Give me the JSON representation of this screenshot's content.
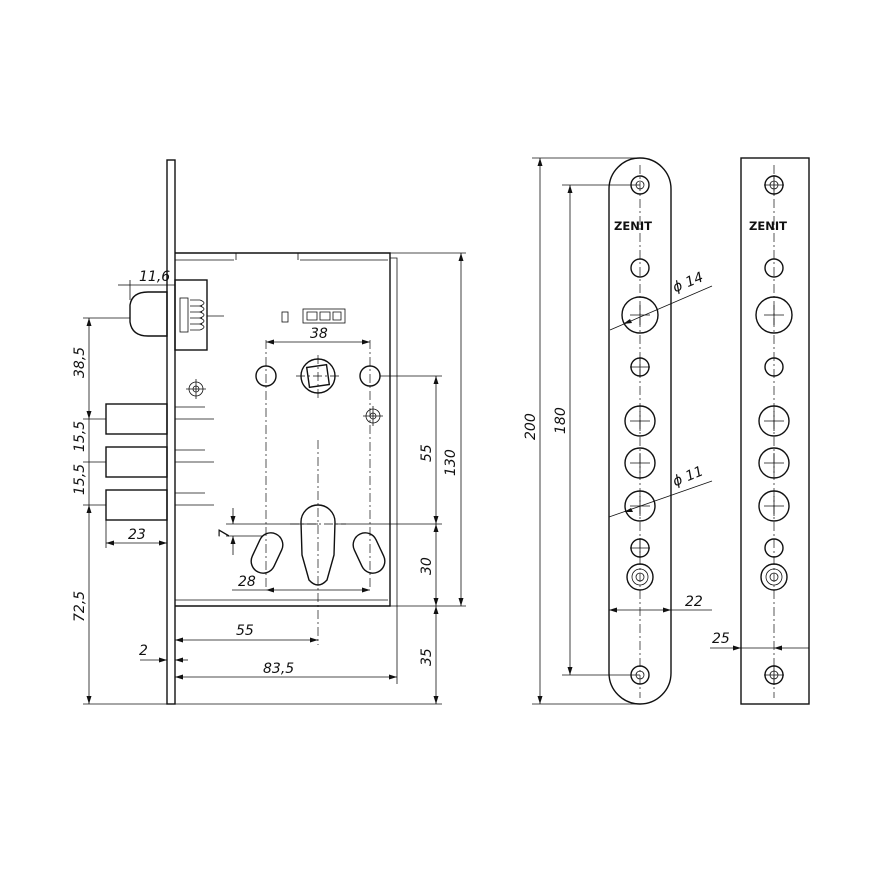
{
  "brand": "ZENIT",
  "dimensions": {
    "handle_width": "11,6",
    "spindle_to_cylinder": "38",
    "top_to_spindle": "38,5",
    "bolt_pitch_1": "15,5",
    "bolt_pitch_2": "15,5",
    "bolt_projection": "23",
    "lower_height": "72,5",
    "faceplate_thickness": "2",
    "backset": "55",
    "body_depth": "83,5",
    "cylinder_slot_offset": "7",
    "slot_spacing": "28",
    "spindle_to_cam": "55",
    "body_height": "130",
    "cam_to_bottom": "30",
    "bottom_offset": "35",
    "faceplate_length": "200",
    "hole_span": "180",
    "hole_diameter_large": "ϕ 14",
    "hole_diameter_small": "ϕ 11",
    "faceplate_width": "22",
    "strike_width": "25"
  }
}
